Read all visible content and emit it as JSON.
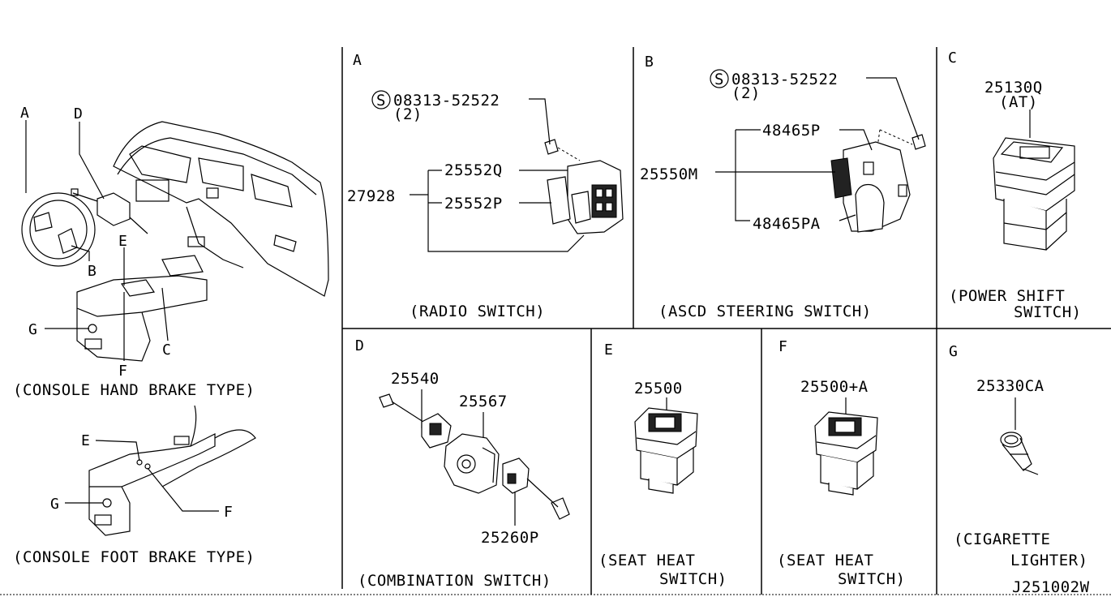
{
  "overview": {
    "letters": {
      "A": "A",
      "B": "B",
      "C": "C",
      "D": "D",
      "E": "E",
      "F": "F",
      "G": "G"
    },
    "caption_hand": "(CONSOLE HAND BRAKE TYPE)",
    "caption_foot": "(CONSOLE FOOT BRAKE TYPE)"
  },
  "panels": {
    "A": {
      "letter": "A",
      "screw": "08313-52522",
      "qty": "(2)",
      "parts": [
        "27928",
        "25552Q",
        "25552P"
      ],
      "caption": "(RADIO SWITCH)"
    },
    "B": {
      "letter": "B",
      "screw": "08313-52522",
      "qty": "(2)",
      "parts": [
        "25550M",
        "48465P",
        "48465PA"
      ],
      "caption": "(ASCD STEERING SWITCH)"
    },
    "C": {
      "letter": "C",
      "part": "25130Q",
      "sub": "(AT)",
      "caption1": "(POWER SHIFT",
      "caption2": "SWITCH)"
    },
    "D": {
      "letter": "D",
      "parts": [
        "25540",
        "25567",
        "25260P"
      ],
      "caption": "(COMBINATION  SWITCH)"
    },
    "E": {
      "letter": "E",
      "part": "25500",
      "caption1": "(SEAT HEAT",
      "caption2": "SWITCH)"
    },
    "F": {
      "letter": "F",
      "part": "25500+A",
      "caption1": "(SEAT HEAT",
      "caption2": "SWITCH)"
    },
    "G": {
      "letter": "G",
      "part": "25330CA",
      "caption1": "(CIGARETTE",
      "caption2": "LIGHTER)"
    }
  },
  "drawing_id": "J251002W",
  "symbols": {
    "screw_mark": "S"
  }
}
